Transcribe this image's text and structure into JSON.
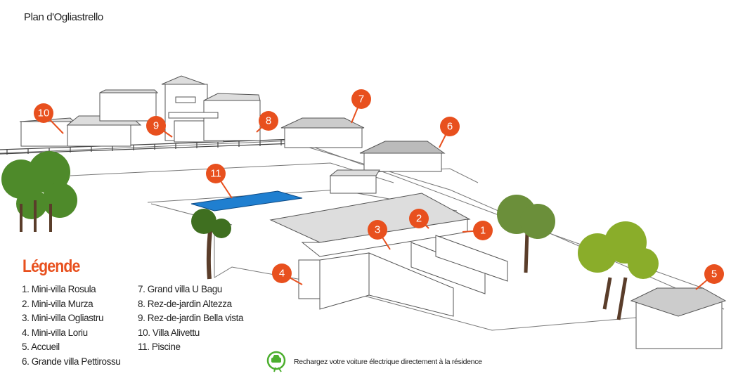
{
  "title": "Plan d'Ogliastrello",
  "legend": {
    "title": "Légende",
    "column1": [
      "1. Mini-villa Rosula",
      "2. Mini-villa Murza",
      "3. Mini-villa Ogliastru",
      "4. Mini-villa Loriu",
      "5. Accueil",
      "6. Grande villa Pettirossu"
    ],
    "column2": [
      "7. Grand villa U Bagu",
      "8. Rez-de-jardin Altezza",
      "9. Rez-de-jardin Bella vista",
      "10. Villa Alivettu",
      "11. Piscine"
    ]
  },
  "markers": [
    "1",
    "2",
    "3",
    "4",
    "5",
    "6",
    "7",
    "8",
    "9",
    "10",
    "11"
  ],
  "ev_notice": "Rechargez votre voiture électrique directement à la résidence",
  "colors": {
    "accent": "#e8501e",
    "ev_green": "#4caf2e",
    "pool": "#1f7fd0",
    "tree": "#4e8a2a"
  }
}
